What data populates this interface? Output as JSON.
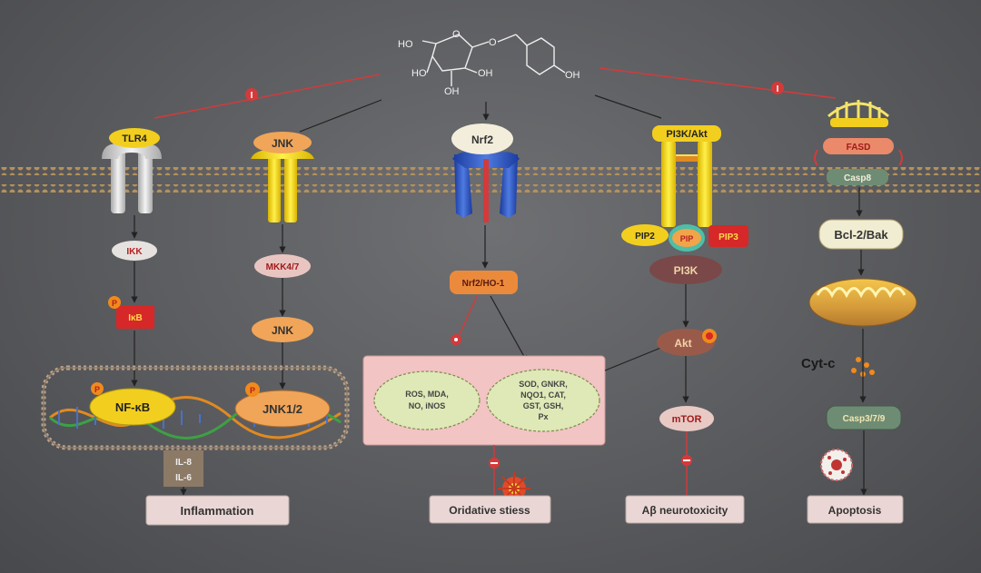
{
  "molecule": {
    "atoms": {
      "ho_top": "HO",
      "ho_left": "HO",
      "oh_right": "OH",
      "oh_bottom": "OH",
      "oh_phenol": "OH",
      "o_ring": "O",
      "o_link": "O"
    }
  },
  "inhibit_symbol": "I",
  "pathways": {
    "tlr4": {
      "receptor": "TLR4",
      "ikk": "IKK",
      "ikb": "IκB",
      "p_mark": "P",
      "nfkb": "NF-κB",
      "cytokines": [
        "IL-8",
        "IL-6"
      ]
    },
    "jnk": {
      "receptor": "JNK",
      "mkk": "MKK4/7",
      "jnk": "JNK",
      "p_mark": "P",
      "jnk12": "JNK1/2"
    },
    "nrf2": {
      "receptor": "Nrf2",
      "nrf2_ho1": "Nrf2/HO-1",
      "left_oval": [
        "ROS, MDA,",
        "NO, iNOS"
      ],
      "right_oval": [
        "SOD, GNKR,",
        "NQO1, CAT,",
        "GST, GSH,",
        "Px"
      ]
    },
    "pi3k": {
      "receptor": "PI3K/Akt",
      "pip2": "PIP2",
      "pip_mid": "PIP",
      "pip3": "PIP3",
      "pi3k": "PI3K",
      "akt": "Akt",
      "mtor": "mTOR"
    },
    "apoptosis": {
      "receptor": "FASD",
      "casp_top": "Casp8",
      "bcl": "Bcl-2/Bak",
      "cytc": "Cyt-c",
      "casp_bottom": "Casp3/7/9"
    }
  },
  "outcomes": {
    "inflammation": "Inflammation",
    "oxidative": "Oridative stiess",
    "abeta": "Aβ neurotoxicity",
    "apoptosis": "Apoptosis"
  },
  "colors": {
    "membrane_dot": "#b5915a",
    "inhibit_red": "#d43a3a",
    "yellow_label": "#f2cf1e",
    "pink_box": "#f2c4c4",
    "green_oval": "#dfe9b7",
    "outcome_box": "#ead7d5"
  }
}
